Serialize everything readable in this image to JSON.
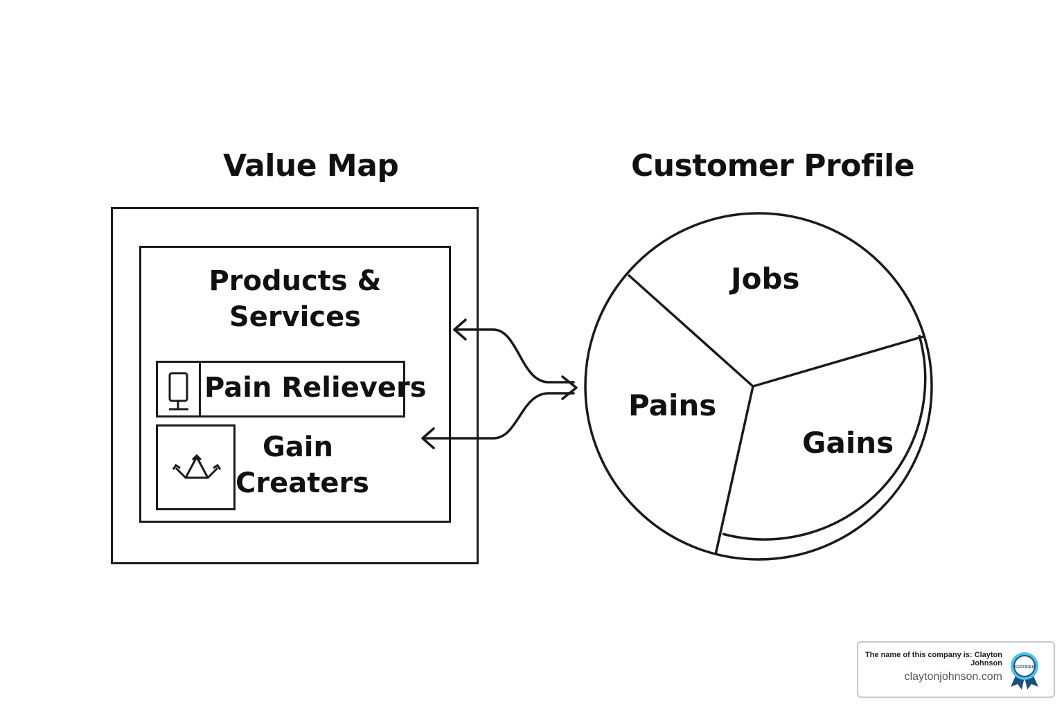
{
  "titles": {
    "value_map": "Value Map",
    "customer_profile": "Customer Profile"
  },
  "value_map": {
    "products_line1": "Products &",
    "products_line2": "Services",
    "pain_relievers": "Pain Relievers",
    "gain_creators_line1": "Gain",
    "gain_creators_line2": "Creaters"
  },
  "customer_profile": {
    "segments": [
      "Jobs",
      "Pains",
      "Gains"
    ]
  },
  "badge": {
    "company_line": "The name of this company is: Clayton Johnson",
    "website": "claytonjohnson.com",
    "seal_text": "CERTIFIED"
  },
  "colors": {
    "line": "#1a1a1a",
    "background": "#ffffff",
    "badge_seal": "#1d4f7c",
    "badge_seal_accent": "#4fc3e8"
  }
}
